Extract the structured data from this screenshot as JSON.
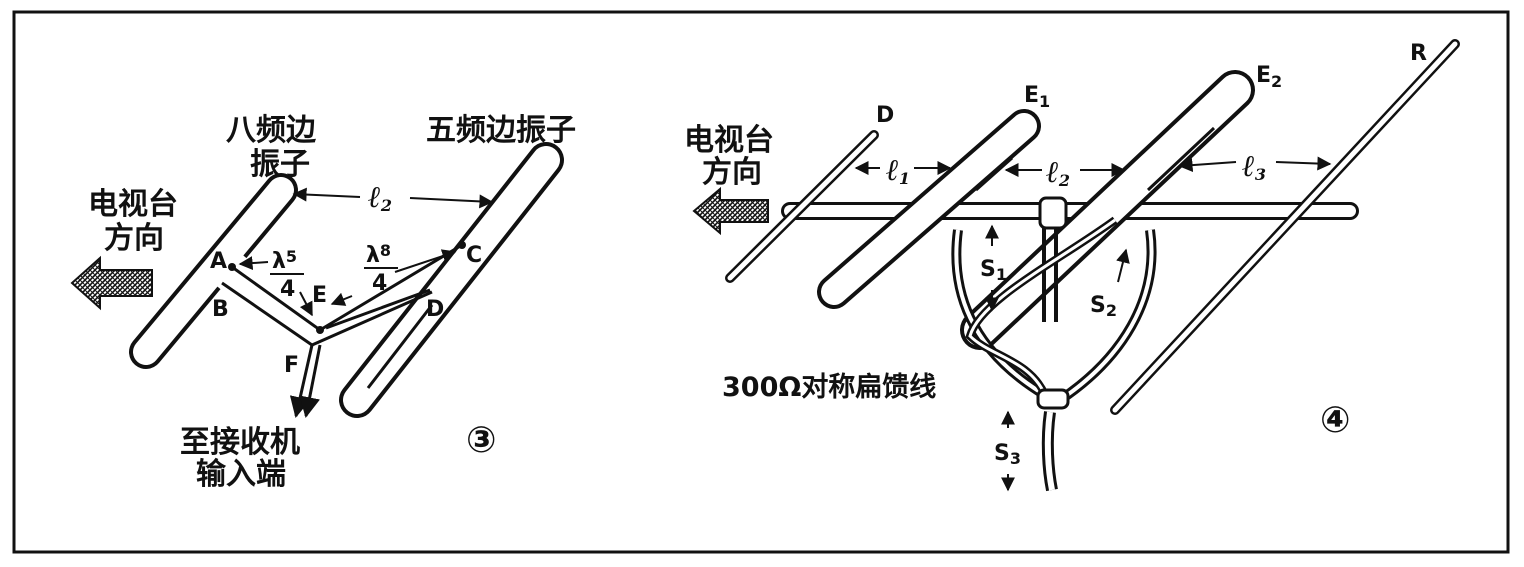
{
  "figure3": {
    "label_eight_band": [
      "八频边",
      "振子"
    ],
    "label_five_band": "五频边振子",
    "label_tv_direction": [
      "电视台",
      "方向"
    ],
    "label_to_receiver": [
      "至接收机",
      "输入端"
    ],
    "dim_l2": "ℓ",
    "dim_l2_sub": "2",
    "lambda5_num": "λ",
    "lambda5_sub": "5",
    "lambda5_den": "4",
    "lambda8_num": "λ",
    "lambda8_sub": "8",
    "lambda8_den": "4",
    "points": {
      "A": "A",
      "B": "B",
      "C": "C",
      "D": "D",
      "E": "E",
      "F": "F"
    },
    "number": "③"
  },
  "figure4": {
    "label_tv_direction": [
      "电视台",
      "方向"
    ],
    "label_feeder": "300Ω对称扁馈线",
    "elements": {
      "D": "D",
      "E1": "E",
      "E1_sub": "1",
      "E2": "E",
      "E2_sub": "2",
      "R": "R"
    },
    "dims": {
      "l1": "ℓ",
      "l1_sub": "1",
      "l2": "ℓ",
      "l2_sub": "2",
      "l3": "ℓ",
      "l3_sub": "3"
    },
    "stubs": {
      "s1": "S",
      "s1_sub": "1",
      "s2": "S",
      "s2_sub": "2",
      "s3": "S",
      "s3_sub": "3"
    },
    "number": "④"
  }
}
